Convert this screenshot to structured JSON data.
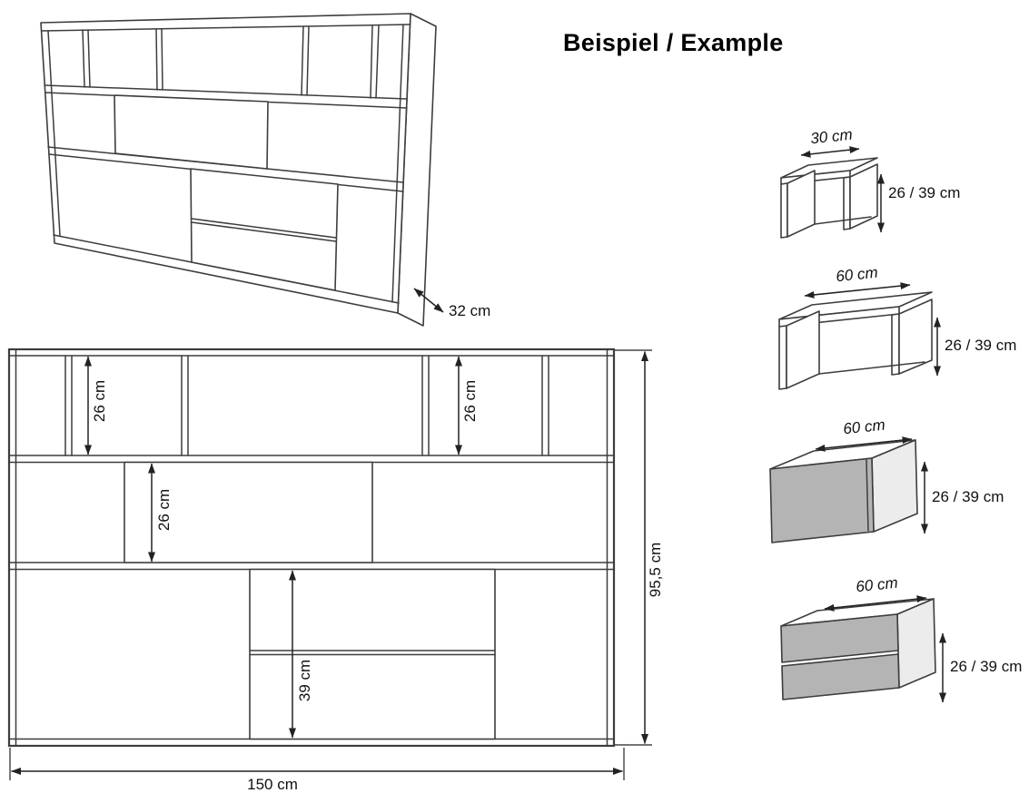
{
  "title": "Beispiel / Example",
  "iso_view": {
    "depth": "32 cm"
  },
  "front_view": {
    "top_left_compartment": "26 cm",
    "top_right_compartment": "26 cm",
    "middle_flap": "26 cm",
    "bottom_drawers": "39 cm",
    "total_height": "95,5 cm",
    "total_width": "150 cm"
  },
  "modules": [
    {
      "type": "open shelf module",
      "width": "30 cm",
      "height": "26 / 39 cm"
    },
    {
      "type": "open shelf module",
      "width": "60 cm",
      "height": "26 / 39 cm"
    },
    {
      "type": "flap module",
      "width": "60 cm",
      "height": "26 / 39 cm"
    },
    {
      "type": "drawer module",
      "width": "60 cm",
      "height": "26 / 39 cm"
    }
  ],
  "colors": {
    "line": "#3d3d3d",
    "front_gray": "#b4b4b4",
    "side_gray": "#ececec"
  }
}
